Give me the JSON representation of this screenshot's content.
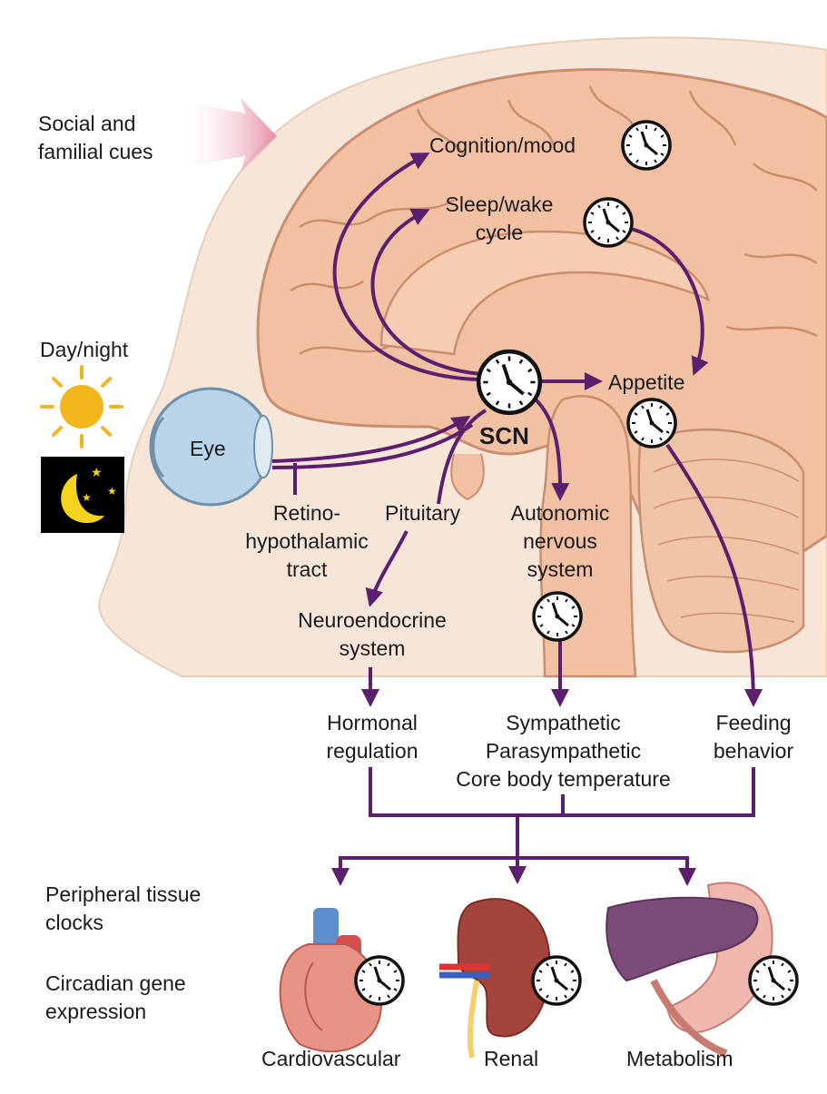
{
  "labels": {
    "social_cues": [
      "Social and",
      "familial cues"
    ],
    "cognition": "Cognition/mood",
    "sleep": [
      "Sleep/wake",
      "cycle"
    ],
    "day_night": "Day/night",
    "eye": "Eye",
    "appetite": "Appetite",
    "scn": "SCN",
    "retino": [
      "Retino-",
      "hypothalamic",
      "tract"
    ],
    "pituitary": "Pituitary",
    "autonomic": [
      "Autonomic",
      "nervous",
      "system"
    ],
    "neuroendocrine": [
      "Neuroendocrine",
      "system"
    ],
    "hormonal": [
      "Hormonal",
      "regulation"
    ],
    "sympathetic": [
      "Sympathetic",
      "Parasympathetic",
      "Core body temperature"
    ],
    "feeding": [
      "Feeding",
      "behavior"
    ],
    "peripheral": [
      "Peripheral tissue",
      "clocks"
    ],
    "circadian": [
      "Circadian gene",
      "expression"
    ],
    "cardio": "Cardiovascular",
    "renal": "Renal",
    "metabolism": "Metabolism"
  },
  "colors": {
    "pathway": "#5b1f6e",
    "brain": "#f2c1a3",
    "brain_outline": "#c98d6f",
    "skin": "#f7e6d8",
    "arrow_pink": "#e58fa3",
    "sun": "#f2b51c",
    "moon": "#f5d31c",
    "eye": "#b7d4ea"
  },
  "icons": [
    "clock-icon",
    "sun-icon",
    "moon-icon",
    "eye-icon",
    "heart-icon",
    "kidney-icon",
    "liver-icon"
  ]
}
